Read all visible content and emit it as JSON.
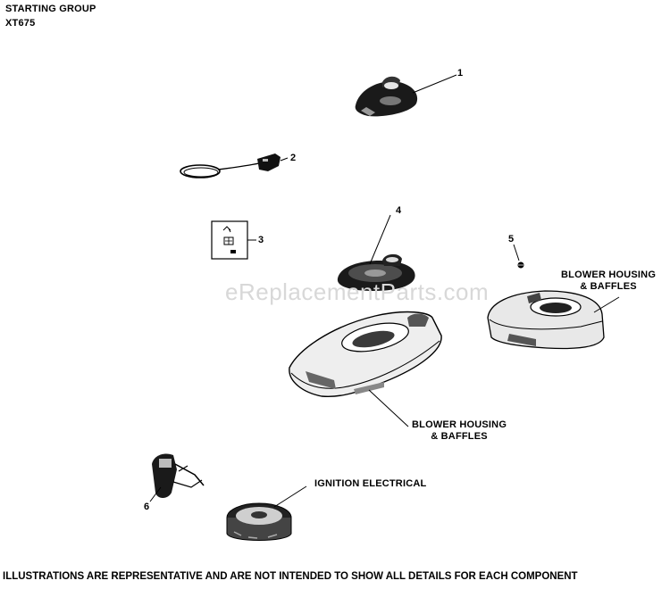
{
  "header": {
    "title": "STARTING GROUP",
    "model": "XT675"
  },
  "callouts": {
    "n1": "1",
    "n2": "2",
    "n3": "3",
    "n4": "4",
    "n5": "5",
    "n6": "6"
  },
  "labels": {
    "blower_upper_line1": "BLOWER HOUSING",
    "blower_upper_line2": "& BAFFLES",
    "blower_lower_line1": "BLOWER HOUSING",
    "blower_lower_line2": "& BAFFLES",
    "ignition": "IGNITION ELECTRICAL"
  },
  "watermark": "eReplacementParts.com",
  "footer": "ILLUSTRATIONS ARE REPRESENTATIVE AND ARE NOT INTENDED TO SHOW ALL DETAILS FOR EACH COMPONENT"
}
